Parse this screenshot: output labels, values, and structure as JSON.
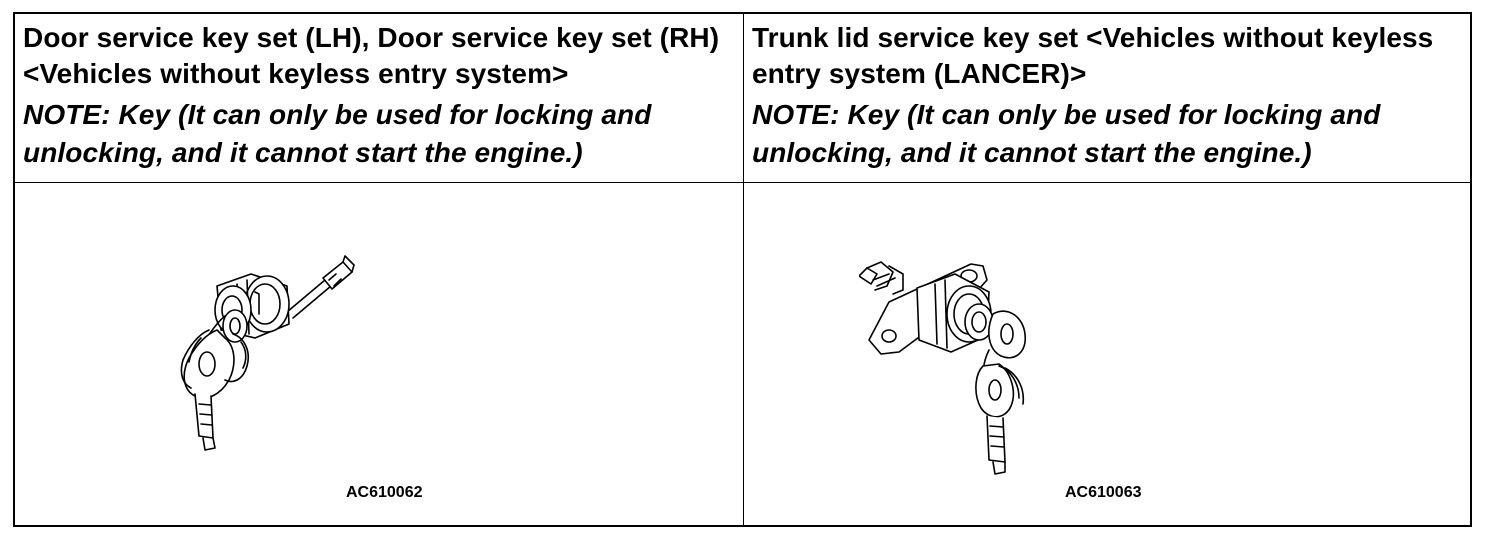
{
  "columns": [
    {
      "title": "Door service key set (LH), Door service key set (RH) <Vehicles without keyless entry system>",
      "note": "NOTE: Key (It can only be used for locking and unlocking, and it cannot start the engine.)",
      "figure_code": "AC610062"
    },
    {
      "title": "Trunk lid service key set <Vehicles without keyless entry system (LANCER)>",
      "note": "NOTE: Key (It can only be used for locking and unlocking, and it cannot start the engine.)",
      "figure_code": "AC610063"
    }
  ]
}
